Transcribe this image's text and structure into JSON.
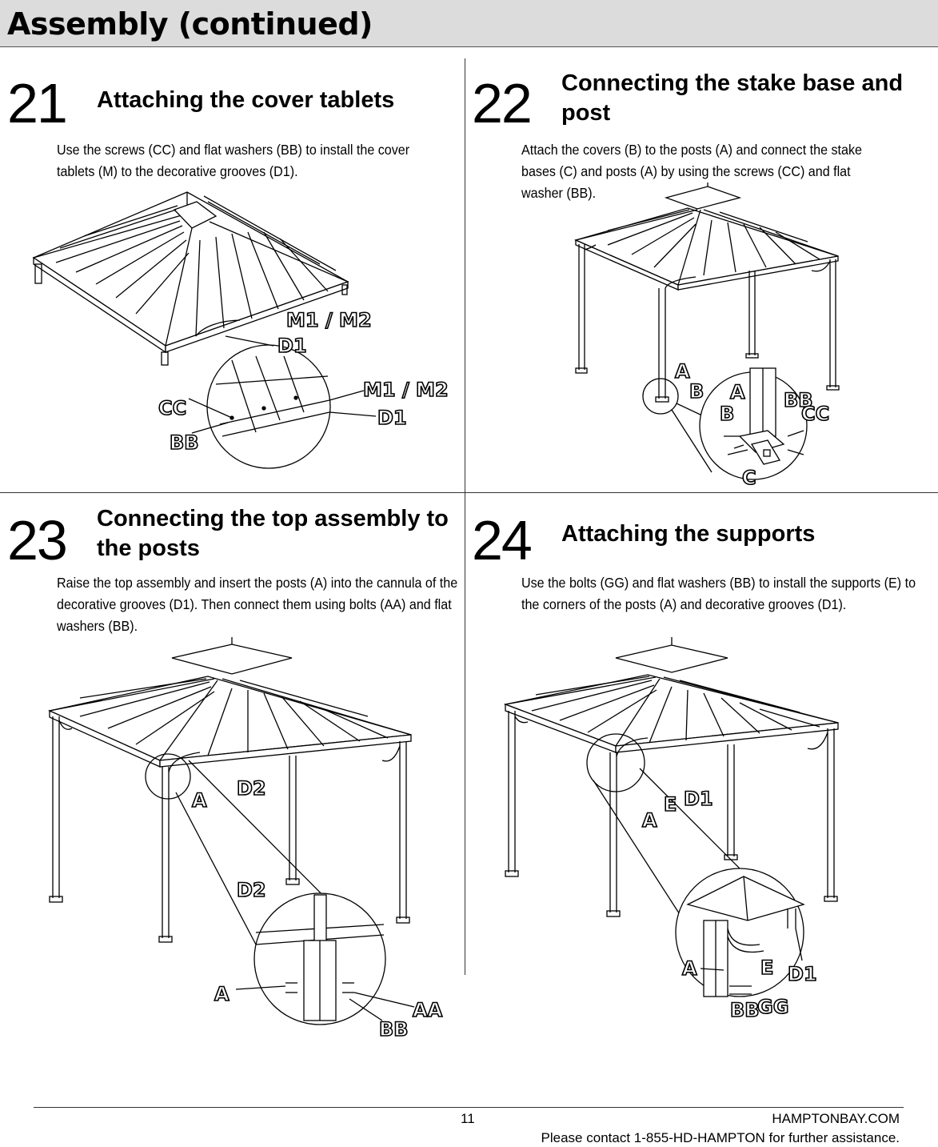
{
  "header": {
    "title": "Assembly (continued)"
  },
  "steps": [
    {
      "number": "21",
      "title": "Attaching the cover tablets",
      "description": "Use the screws (CC) and flat washers (BB) to install the cover tablets (M) to the decorative grooves (D1).",
      "labels": [
        "M1 / M2",
        "D1",
        "M1 / M2",
        "D1",
        "CC",
        "BB"
      ]
    },
    {
      "number": "22",
      "title": "Connecting the stake base and post",
      "description": "Attach the covers (B) to the posts (A) and connect the stake bases (C) and posts (A) by using the screws (CC) and flat washer (BB).",
      "labels": [
        "A",
        "B",
        "B",
        "A",
        "BB",
        "CC",
        "C"
      ]
    },
    {
      "number": "23",
      "title": "Connecting the top assembly to the posts",
      "description": "Raise the top assembly and insert the posts (A) into the cannula of the decorative grooves (D1). Then connect them using bolts (AA) and flat washers (BB).",
      "labels": [
        "A",
        "D2",
        "D2",
        "A",
        "AA",
        "BB"
      ]
    },
    {
      "number": "24",
      "title": "Attaching the supports",
      "description": "Use the bolts (GG) and flat washers (BB) to install the supports (E) to the corners of the posts (A) and decorative grooves (D1).",
      "labels": [
        "E",
        "D1",
        "A",
        "A",
        "E",
        "D1",
        "BB",
        "GG"
      ]
    }
  ],
  "footer": {
    "page_number": "11",
    "site": "HAMPTONBAY.COM",
    "contact": "Please contact 1-855-HD-HAMPTON for further assistance."
  }
}
